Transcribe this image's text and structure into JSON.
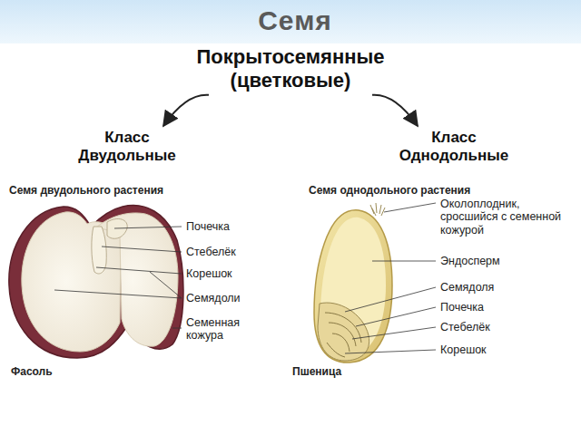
{
  "diagram": {
    "title": "Семя",
    "nodes": [
      {
        "text": [
          "Покрытосемянные (цветковые)"
        ]
      },
      {
        "text": [
          "Класс Двудольные"
        ]
      },
      {
        "text": [
          "Класс Однодольные"
        ]
      }
    ],
    "edges": [
      {
        "from": 0,
        "to": 1,
        "arrow": "to"
      },
      {
        "from": 0,
        "to": 2,
        "arrow": "to"
      }
    ],
    "labels": [
      "Семя двудольного растения",
      "Почечка",
      "Стебелёк",
      "Корешок",
      "Семядоли",
      "Семенная кожура",
      "Фасоль",
      "Семя однодольного растения",
      "Околоплодник, сросшийся с семенной кожурой",
      "Эндосперм",
      "Семядоля",
      "Почечка",
      "Стебелёк",
      "Корешок",
      "Пшеница"
    ]
  }
}
